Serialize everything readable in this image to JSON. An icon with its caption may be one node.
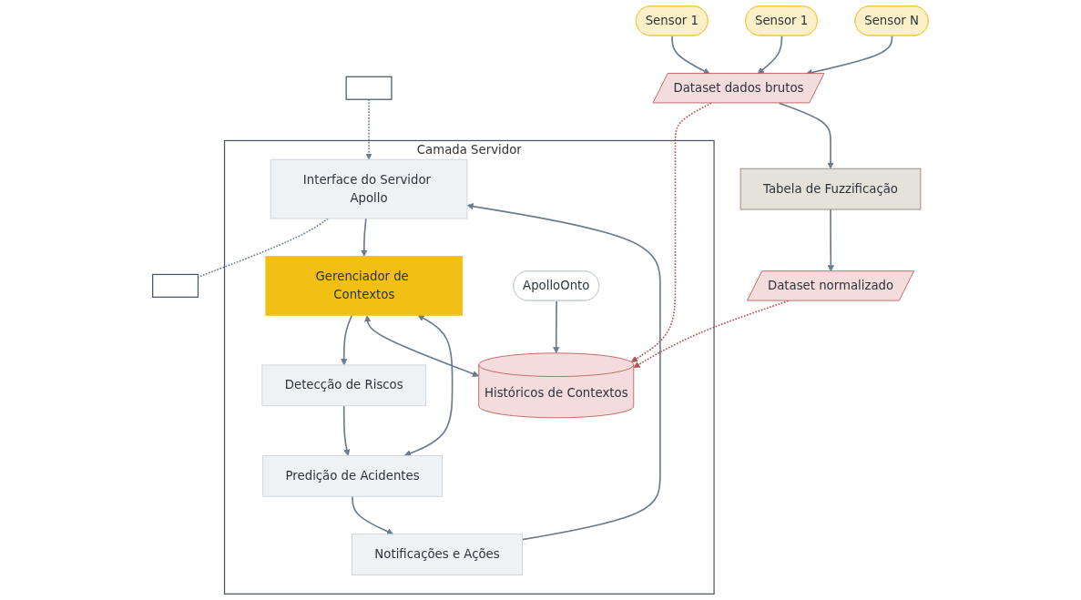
{
  "diagram": {
    "nodes": [
      {
        "text": [],
        "shape": "box"
      },
      {
        "text": [],
        "shape": "box"
      },
      {
        "text": [
          "Camada Servidor"
        ]
      },
      {
        "text": [
          "Interface do Servidor Apollo"
        ],
        "in": 2
      },
      {
        "text": [
          "Notificações e Ações"
        ],
        "in": 2
      },
      {
        "text": [
          "Gerenciador de Contextos"
        ],
        "in": 2
      },
      {
        "text": [
          "Detecção de Riscos"
        ],
        "in": 2
      },
      {
        "text": [
          "Predição de Acidentes"
        ],
        "in": 2
      },
      {
        "text": [
          "Históricos de Contextos"
        ],
        "in": 2
      },
      {
        "text": [
          "ApolloOnto"
        ],
        "in": 2
      },
      {
        "text": [
          "Sensor 1"
        ]
      },
      {
        "text": [
          "Sensor 1"
        ]
      },
      {
        "text": [
          "Sensor N"
        ]
      },
      {
        "text": [
          "Dataset dados brutos"
        ]
      },
      {
        "text": [
          "Tabela de Fuzzificação"
        ]
      },
      {
        "text": [
          "Dataset normalizado"
        ]
      }
    ],
    "edges": [
      {
        "from": 0,
        "to": 3,
        "arrow": "to",
        "style": "dashed"
      },
      {
        "from": 3,
        "to": 1,
        "arrow": "none",
        "style": "dashed"
      },
      {
        "from": 4,
        "to": 3,
        "arrow": "to"
      },
      {
        "from": 3,
        "to": 5,
        "arrow": "to"
      },
      {
        "from": 5,
        "to": 6,
        "arrow": "to"
      },
      {
        "from": 7,
        "to": 5,
        "arrow": "both"
      },
      {
        "from": 5,
        "to": 8,
        "arrow": "both"
      },
      {
        "from": 6,
        "to": 7,
        "arrow": "to"
      },
      {
        "from": 7,
        "to": 4,
        "arrow": "to"
      },
      {
        "from": 9,
        "to": 8,
        "arrow": "to"
      },
      {
        "from": 10,
        "to": 13,
        "arrow": "to"
      },
      {
        "from": 11,
        "to": 13,
        "arrow": "to"
      },
      {
        "from": 12,
        "to": 13,
        "arrow": "to"
      },
      {
        "from": 13,
        "to": 8,
        "arrow": "to",
        "style": "dashed",
        "color": "#b85450"
      },
      {
        "from": 13,
        "to": 14,
        "arrow": "to"
      },
      {
        "from": 14,
        "to": 15,
        "arrow": "to"
      },
      {
        "from": 15,
        "to": 8,
        "arrow": "to",
        "style": "dashed",
        "color": "#b85450"
      }
    ]
  }
}
